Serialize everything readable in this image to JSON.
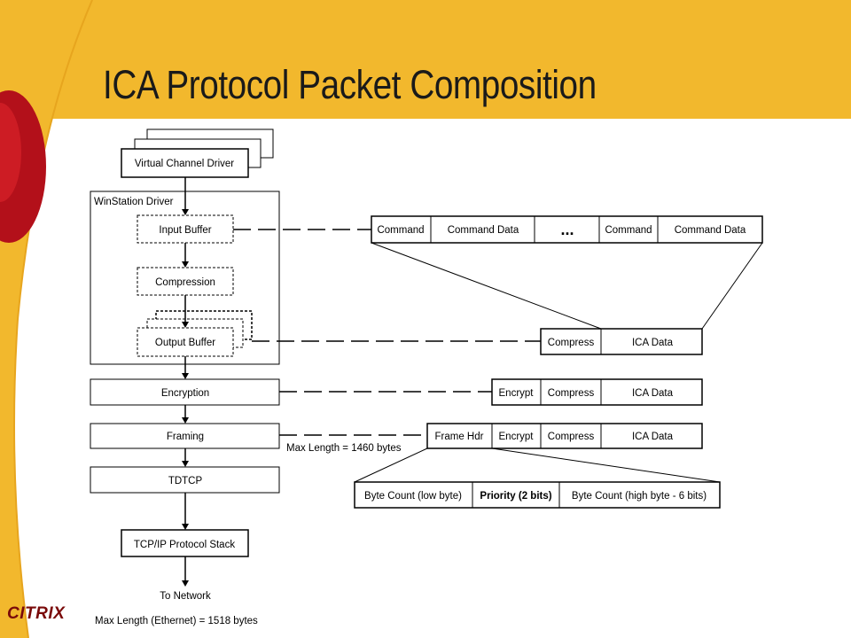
{
  "slide": {
    "title": "ICA Protocol Packet Composition",
    "logo_text": "CITRIX",
    "colors": {
      "background_band": "#f2b82d",
      "accent_red": "#c4101a"
    }
  },
  "stack": {
    "virtual_channel_driver": "Virtual Channel Driver",
    "winstation_driver": "WinStation Driver",
    "input_buffer": "Input Buffer",
    "compression": "Compression",
    "output_buffer": "Output Buffer",
    "encryption": "Encryption",
    "framing": "Framing",
    "tdtcp": "TDTCP",
    "tcpip_stack": "TCP/IP Protocol Stack",
    "to_network": "To Network",
    "max_ethernet": "Max Length (Ethernet) = 1518 bytes"
  },
  "packets": {
    "command_row": [
      "Command",
      "Command Data",
      "...",
      "Command",
      "Command Data"
    ],
    "compressed_row": [
      "Compress",
      "ICA Data"
    ],
    "encrypted_row": [
      "Encrypt",
      "Compress",
      "ICA Data"
    ],
    "framed_row": [
      "Frame Hdr",
      "Encrypt",
      "Compress",
      "ICA Data"
    ],
    "max_length_label": "Max Length = 1460 bytes",
    "frame_header_fields": [
      "Byte Count (low byte)",
      "Priority (2 bits)",
      "Byte Count (high byte - 6 bits)"
    ]
  }
}
